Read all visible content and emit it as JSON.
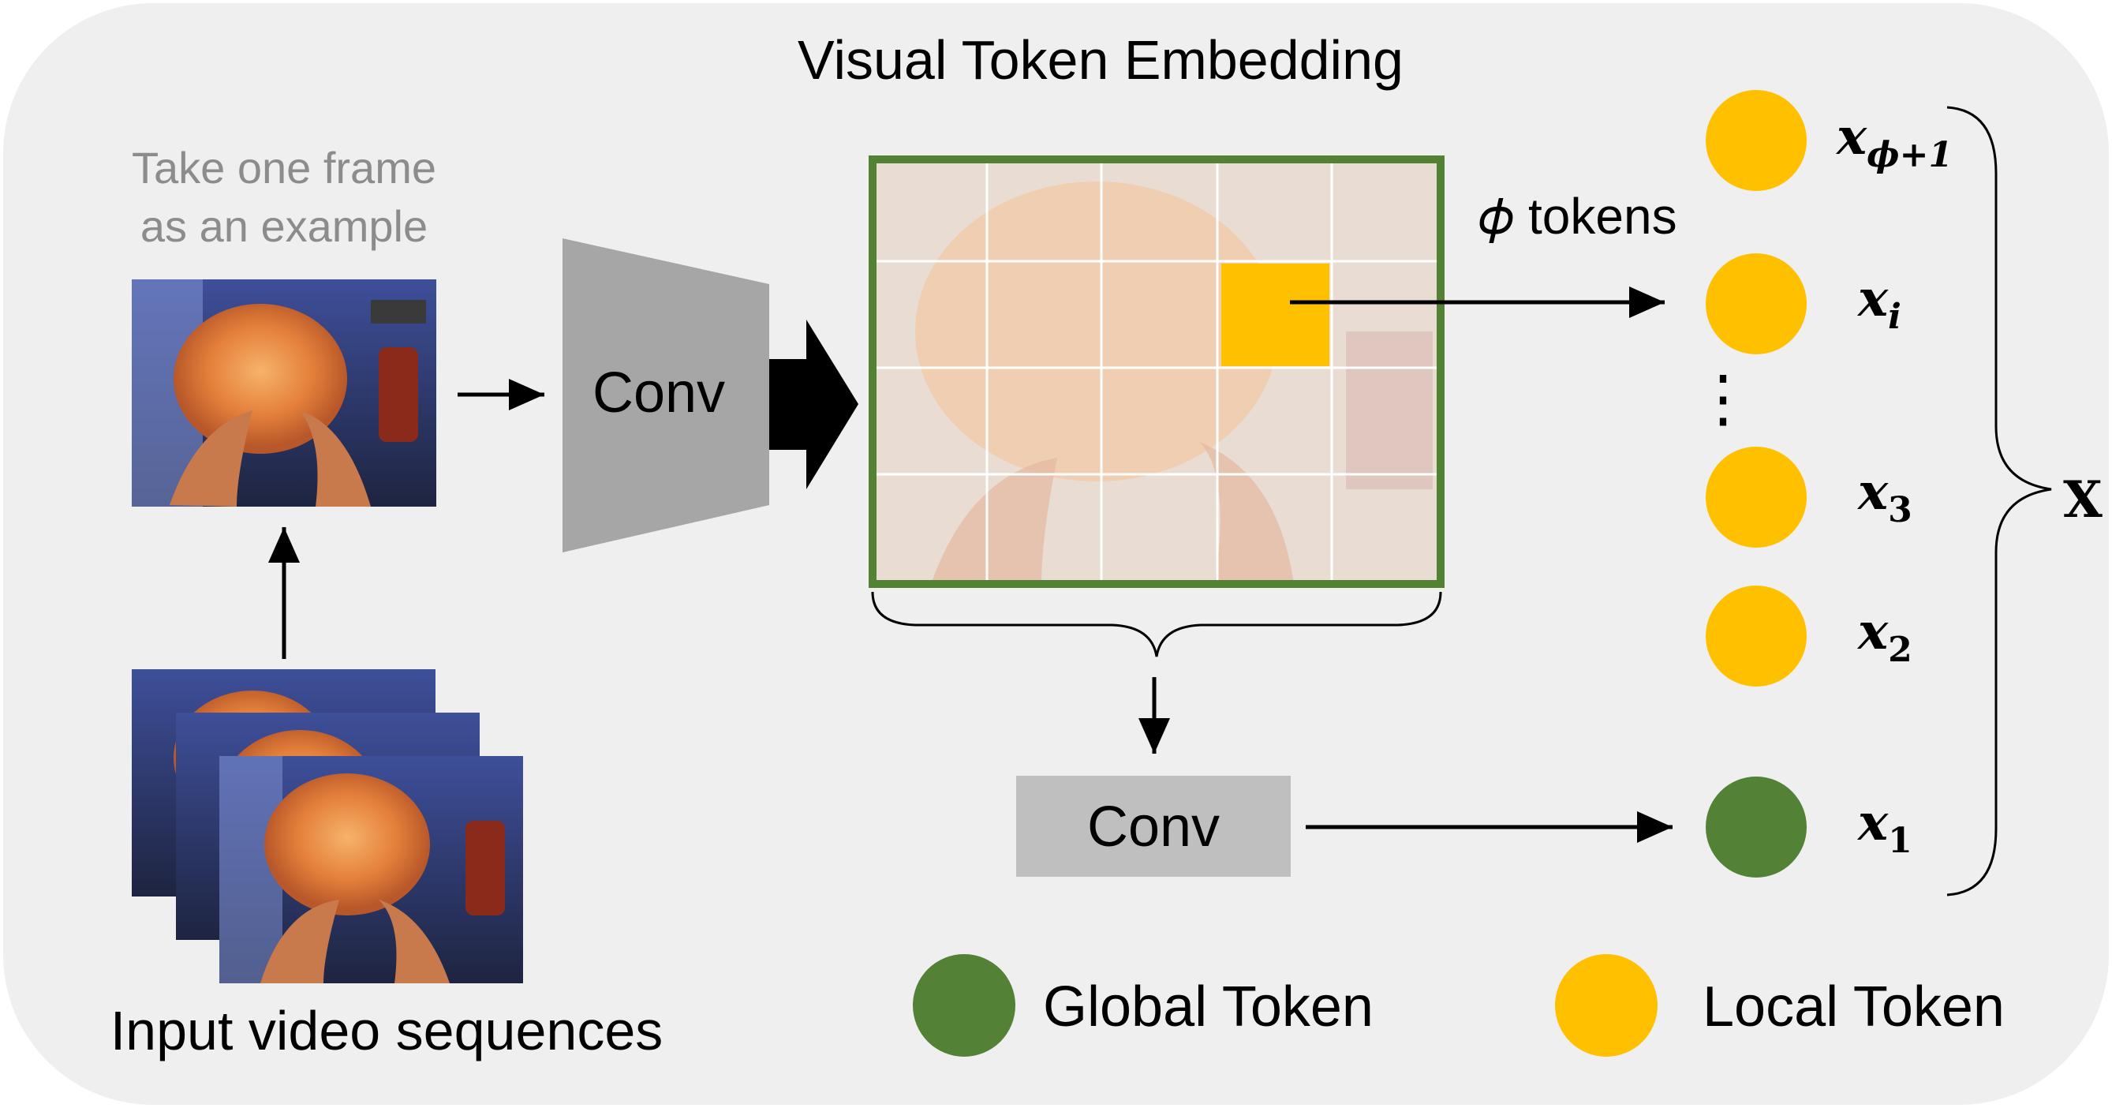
{
  "title": "Visual Token Embedding",
  "frame_caption_line1": "Take one frame",
  "frame_caption_line2": "as an example",
  "input_caption": "Input video sequences",
  "conv_main_label": "Conv",
  "conv_global_label": "Conv",
  "phi_tokens_label": "𝜙 tokens",
  "tokens": [
    {
      "base": "x",
      "sub": "ϕ+1",
      "kind": "local"
    },
    {
      "base": "x",
      "sub": "i",
      "kind": "local"
    },
    {
      "base": "x",
      "sub": "3",
      "kind": "local"
    },
    {
      "base": "x",
      "sub": "2",
      "kind": "local"
    },
    {
      "base": "x",
      "sub": "1",
      "kind": "global"
    }
  ],
  "vertical_dots": "⋮",
  "set_label": "X",
  "legend": {
    "global_label": "Global Token",
    "local_label": "Local Token"
  },
  "colors": {
    "background_panel": "#efefef",
    "global_token": "#538135",
    "local_token": "#ffc000",
    "grid_border": "#548235",
    "conv_fill": "#a6a6a6",
    "conv_small_fill": "#bfbfbf",
    "caption_gray": "#8c8c8c"
  }
}
